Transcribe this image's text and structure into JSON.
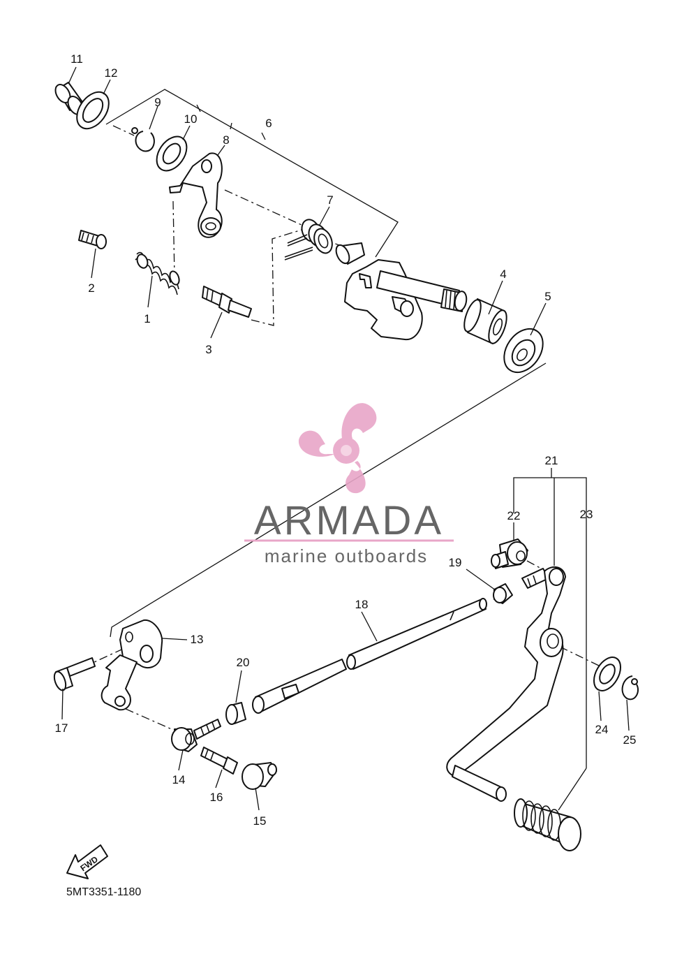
{
  "diagram": {
    "part_number_code": "5MT3351-1180",
    "fwd_label": "FWD",
    "callouts": [
      "1",
      "2",
      "3",
      "4",
      "5",
      "6",
      "7",
      "8",
      "9",
      "10",
      "11",
      "12",
      "13",
      "14",
      "15",
      "16",
      "17",
      "18",
      "19",
      "20",
      "21",
      "22",
      "23",
      "24",
      "25"
    ]
  },
  "watermark": {
    "brand": "ARMADA",
    "tagline": "marine outboards",
    "logo_color": "#e8a6c8",
    "text_color": "#666666"
  }
}
